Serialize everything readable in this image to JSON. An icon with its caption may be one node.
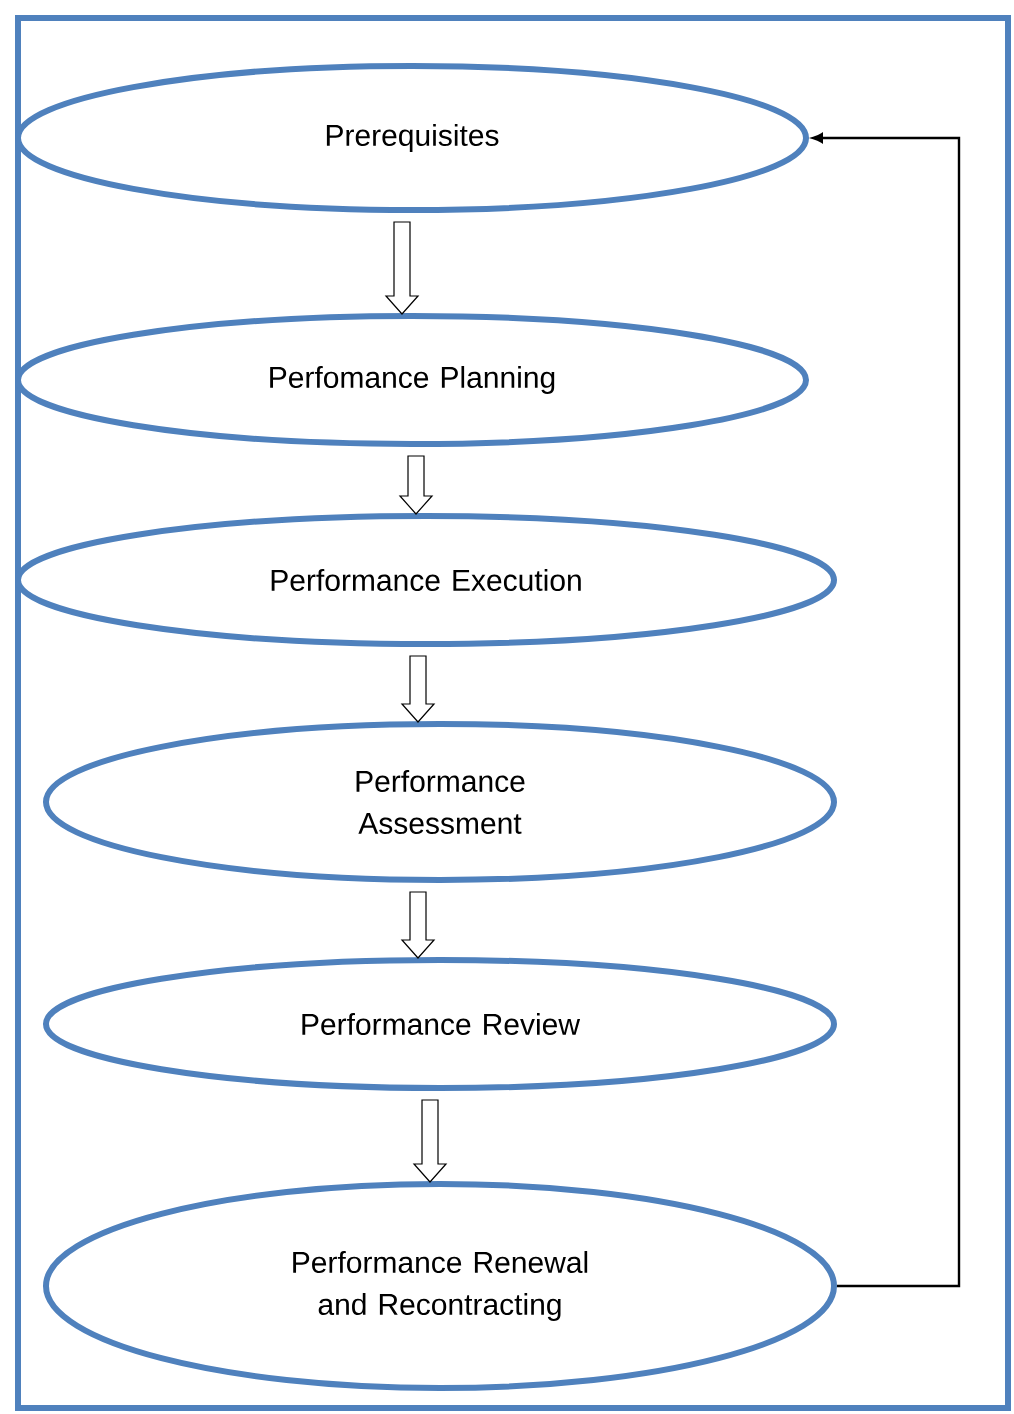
{
  "diagram": {
    "nodes": [
      {
        "text": [
          "Prerequisites"
        ]
      },
      {
        "text": [
          "Perfomance Planning"
        ]
      },
      {
        "text": [
          "Performance Execution"
        ]
      },
      {
        "text": [
          "Performance Assessment"
        ]
      },
      {
        "text": [
          "Performance Review"
        ]
      },
      {
        "text": [
          "Performance Renewal and Recontracting"
        ]
      }
    ],
    "edges": [
      {
        "from": 0,
        "to": 1,
        "arrow": "to"
      },
      {
        "from": 1,
        "to": 2,
        "arrow": "to"
      },
      {
        "from": 2,
        "to": 3,
        "arrow": "to"
      },
      {
        "from": 3,
        "to": 4,
        "arrow": "to"
      },
      {
        "from": 4,
        "to": 5,
        "arrow": "to"
      },
      {
        "from": 5,
        "to": 0,
        "arrow": "to"
      }
    ]
  }
}
